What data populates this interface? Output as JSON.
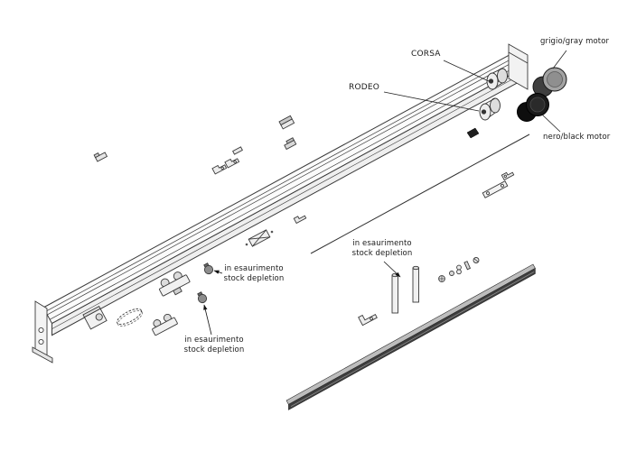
{
  "page": {
    "background": "#ffffff"
  },
  "colors": {
    "line": "#3a3a3a",
    "gray_motor": "#a3a3a3",
    "black_motor": "#1a1a1a",
    "cover_strip": "#3e3e3e"
  },
  "labels": {
    "corsa": "CORSA",
    "rodeo": "RODEO",
    "gray_motor": "grigio/gray motor",
    "black_motor": "nero/black motor",
    "stock_depletion_1": {
      "line1": "in esaurimento",
      "line2": "stock depletion"
    },
    "stock_depletion_2": {
      "line1": "in esaurimento",
      "line2": "stock depletion"
    },
    "stock_depletion_3": {
      "line1": "in esaurimento",
      "line2": "stock depletion"
    }
  }
}
